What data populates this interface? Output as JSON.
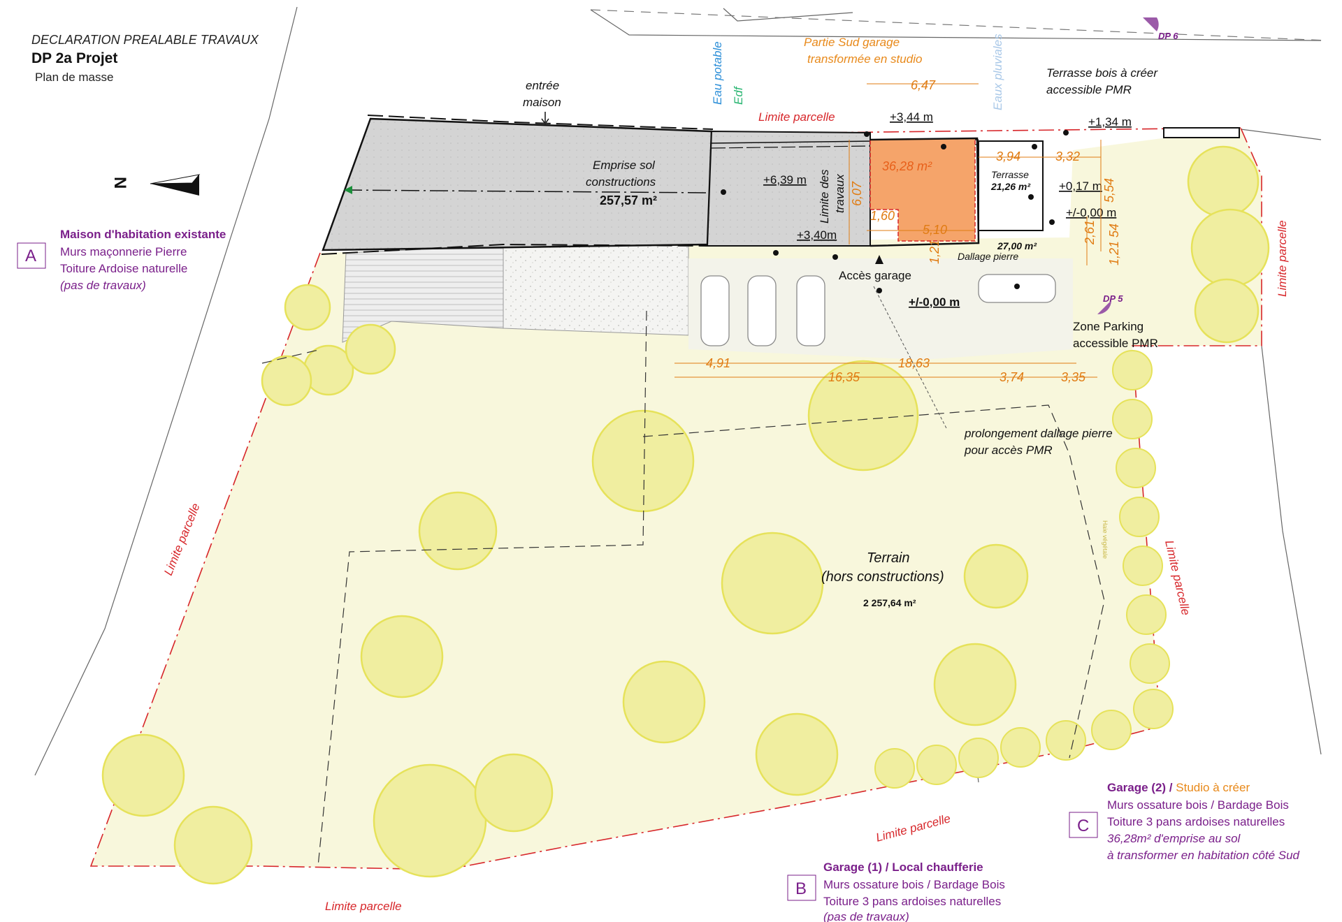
{
  "header": {
    "line1": "DECLARATION PREALABLE TRAVAUX",
    "line2": "DP 2a Projet",
    "line3": "Plan de masse"
  },
  "north_label": "N",
  "legend_a": {
    "letter": "A",
    "title": "Maison d'habitation existante",
    "line1": "Murs maçonnerie Pierre",
    "line2": "Toiture Ardoise naturelle",
    "line3": "(pas de travaux)"
  },
  "legend_b": {
    "letter": "B",
    "title": "Garage (1) / Local chaufferie",
    "line1": "Murs ossature bois / Bardage Bois",
    "line2": "Toiture 3 pans ardoises naturelles",
    "line3": "(pas de travaux)"
  },
  "legend_c": {
    "letter": "C",
    "title_a": "Garage (2) / ",
    "title_b": "Studio à créer",
    "line1": "Murs ossature bois / Bardage Bois",
    "line2": "Toiture 3 pans ardoises naturelles",
    "line3": "36,28m² d'emprise au sol",
    "line4": "à transformer en habitation côté Sud"
  },
  "labels": {
    "entree_1": "entrée",
    "entree_2": "maison",
    "eau_potable": "Eau potable",
    "edf": "Edf",
    "eaux_pluviales": "Eaux pluviales",
    "partie_sud_1": "Partie Sud garage",
    "partie_sud_2": "transformée en studio",
    "terrasse_bois_1": "Terrasse bois à créer",
    "terrasse_bois_2": "accessible PMR",
    "emprise_1": "Emprise sol",
    "emprise_2": "constructions",
    "emprise_3": "257,57 m²",
    "limite_travaux_1": "Limite des",
    "limite_travaux_2": "travaux",
    "studio_area": "36,28 m²",
    "terrasse": "Terrasse",
    "terrasse_area": "21,26 m²",
    "area_27": "27,00 m²",
    "dallage": "Dallage pierre",
    "acces_garage": "Accès garage",
    "zone_parking_1": "Zone Parking",
    "zone_parking_2": "accessible PMR",
    "prolongement_1": "prolongement dallage pierre",
    "prolongement_2": "pour accès PMR",
    "terrain_1": "Terrain",
    "terrain_2": "(hors constructions)",
    "terrain_3": "2 257,64 m²",
    "haie": "Haie végétale",
    "dp5": "DP 5",
    "dp6": "DP 6"
  },
  "limite_parcelle": "Limite parcelle",
  "levels": {
    "l1": "+3,44 m",
    "l2": "+1,34 m",
    "l3": "+6,39 m",
    "l4": "+3,40m",
    "l5": "+0,17 m",
    "l6": "+/-0,00 m",
    "l7": "+/-0,00 m"
  },
  "dims": {
    "d647": "6,47",
    "d394": "3,94",
    "d332": "3,32",
    "d554": "5,54",
    "d607": "6,07",
    "d160": "1,60",
    "d510": "5,10",
    "d121a": "1,21",
    "d261": "2,61",
    "d54": "54",
    "d121b": "1,21",
    "d491": "4,91",
    "d1863": "18,63",
    "d1635": "16,35",
    "d374": "3,74",
    "d335": "3,35"
  },
  "colors": {
    "terrain": "#f8f7dc",
    "tree": "#e6e25a",
    "limit": "#d7262a",
    "studio": "#f5a46a",
    "house": "#cfcfcf",
    "purple": "#7a1f8a",
    "orange": "#e07b12"
  }
}
